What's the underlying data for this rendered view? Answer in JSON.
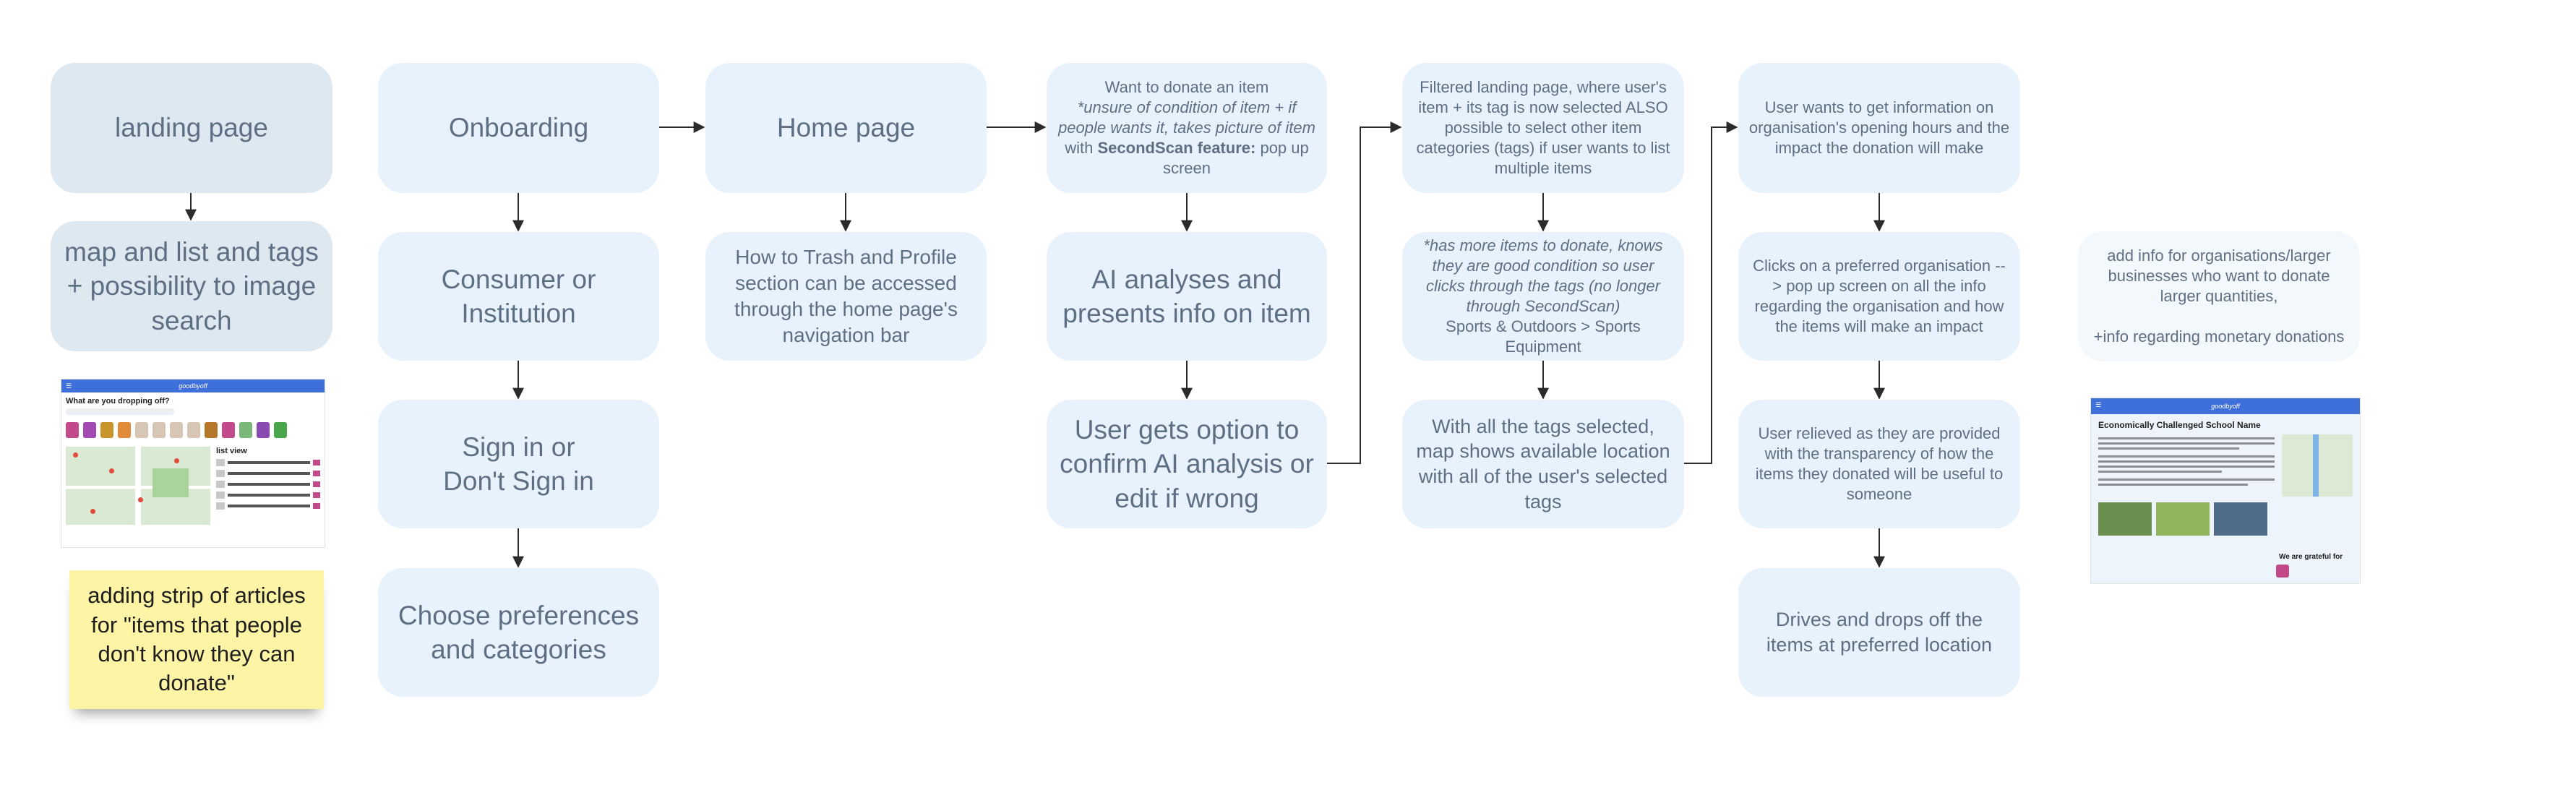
{
  "nodes": {
    "landing_page": "landing page",
    "map_list_tags": "map and list and tags + possibility to image search",
    "onboarding": "Onboarding",
    "consumer_or_institution": "Consumer or Institution",
    "sign_in_line1": "Sign in or",
    "sign_in_line2": "Don't Sign in",
    "choose_preferences": "Choose preferences and categories",
    "home_page": "Home page",
    "trash_profile": "How to Trash and Profile section can be accessed through the home page's navigation bar",
    "donate": {
      "part1": "Want to donate an item",
      "part2_italic": "*unsure of condition of item + if people wants it, takes picture of item",
      "part3": "with",
      "part4_bold": "SecondScan feature:",
      "part5": "pop up screen"
    },
    "ai_analyses": "AI analyses and presents info on item",
    "user_confirm": "User gets option to confirm AI analysis or edit if wrong",
    "filtered_landing": "Filtered landing page, where user's item + its tag is now selected ALSO possible to select other item categories (tags) if user wants to list multiple items",
    "more_items": {
      "italic": "*has more items to donate, knows they are good condition so user clicks through the tags (no longer through SecondScan)",
      "plain": "Sports & Outdoors > Sports Equipment"
    },
    "tags_selected": "With all the tags selected, map shows available location with all of the user's selected tags",
    "opening_hours": "User wants to get information on organisation's opening hours and the impact the donation will make",
    "clicks_org": "Clicks on a preferred organisation --> pop up screen on all the info regarding the organisation and how the items will make an impact",
    "relieved": "User relieved as they are provided with the transparency of how the items they donated will be useful to someone",
    "drives_drops": "Drives and drops off the items at preferred location",
    "add_info": {
      "line1": "add info for organisations/larger businesses who want to donate larger quantities,",
      "line2": "+info regarding monetary donations"
    }
  },
  "sticky_note": "adding strip of articles for \"items that people don't know they can donate\"",
  "mockup_landing": {
    "logo": "goodbyoff",
    "question": "What are you dropping off?",
    "list_title": "list view"
  },
  "mockup_org": {
    "logo": "goodbyoff",
    "title": "Economically Challenged School Name",
    "footer": "We are grateful for"
  },
  "colors": {
    "box": "#e7f2fc",
    "box_dark": "#dde8f1",
    "box_faint": "#f3f8fc",
    "text": "#5f6f83",
    "sticky": "#fdf4a6",
    "connector": "#2b2b2b",
    "mockup_header": "#3f6fd9"
  }
}
